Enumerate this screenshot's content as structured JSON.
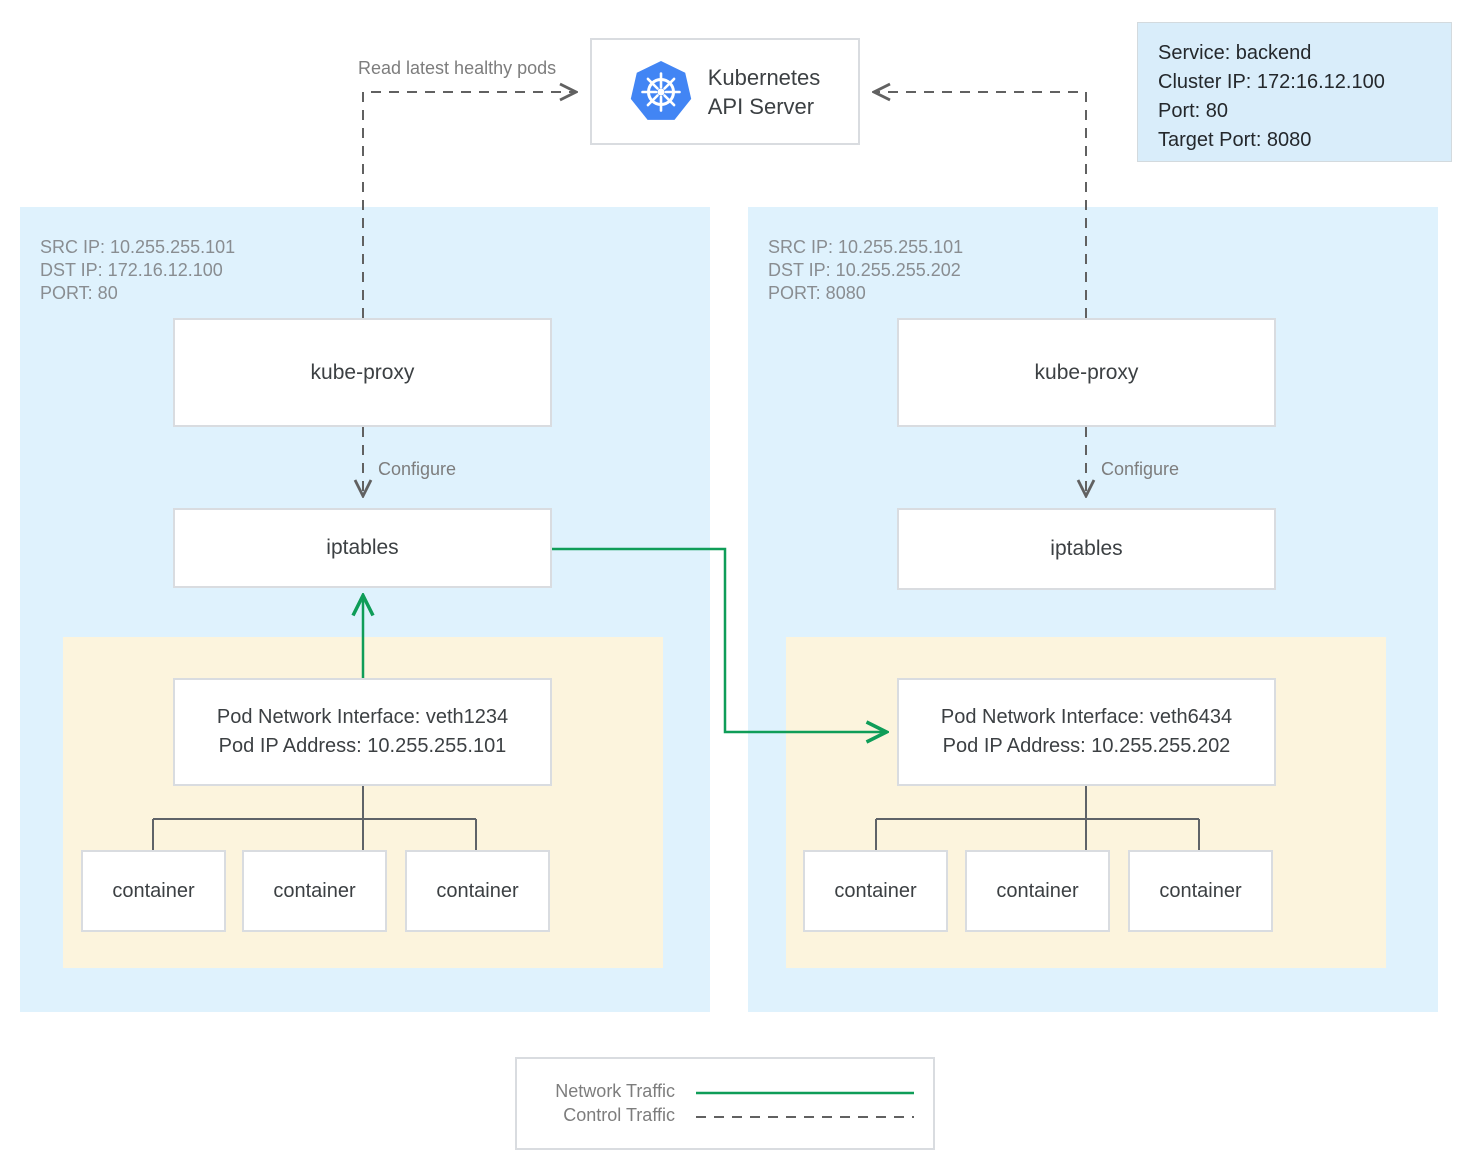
{
  "api_server": {
    "title_line1": "Kubernetes",
    "title_line2": "API Server"
  },
  "service_card": {
    "service": "Service: backend",
    "cluster_ip": "Cluster IP: 172:16.12.100",
    "port": "Port: 80",
    "target_port": "Target Port: 8080"
  },
  "annotations": {
    "read_latest_healthy_pods": "Read latest healthy pods",
    "configure_left": "Configure",
    "configure_right": "Configure"
  },
  "nodes": [
    {
      "meta": [
        "SRC IP: 10.255.255.101",
        "DST IP: 172.16.12.100",
        "PORT: 80"
      ],
      "kube_proxy_label": "kube-proxy",
      "iptables_label": "iptables",
      "pod_interface_line1": "Pod Network Interface: veth1234",
      "pod_interface_line2": "Pod IP Address: 10.255.255.101",
      "containers": [
        "container",
        "container",
        "container"
      ]
    },
    {
      "meta": [
        "SRC IP: 10.255.255.101",
        "DST IP: 10.255.255.202",
        "PORT: 8080"
      ],
      "kube_proxy_label": "kube-proxy",
      "iptables_label": "iptables",
      "pod_interface_line1": "Pod Network Interface: veth6434",
      "pod_interface_line2": "Pod IP Address: 10.255.255.202",
      "containers": [
        "container",
        "container",
        "container"
      ]
    }
  ],
  "legend": {
    "network_traffic": "Network Traffic",
    "control_traffic": "Control Traffic"
  },
  "colors": {
    "node_background": "#dff2fd",
    "pod_background": "#fcf4dd",
    "service_card_background": "#d9edfa",
    "network_traffic_green": "#0f9d58",
    "control_traffic_gray": "#616161",
    "connector_gray": "#5f6368",
    "kubernetes_logo_blue": "#4285f4",
    "box_border_gray": "#d9dce0"
  }
}
